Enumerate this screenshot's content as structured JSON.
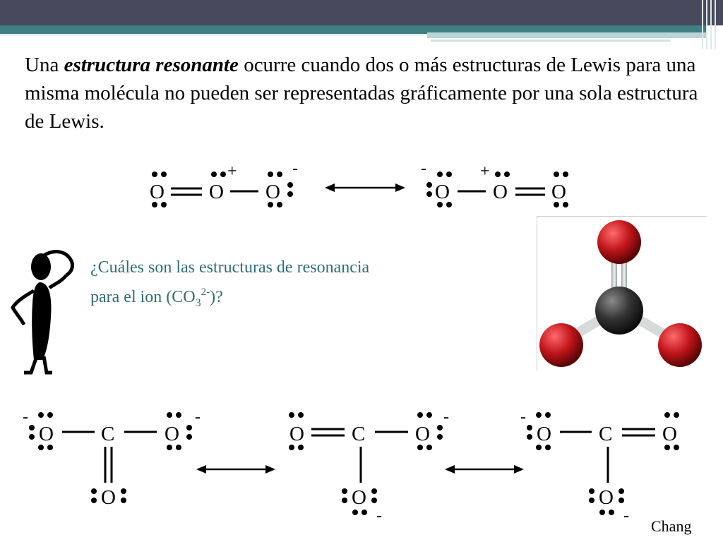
{
  "intro": {
    "pre": "Una ",
    "term": "estructura resonante",
    "post": " ocurre cuando dos o más estructuras de Lewis para una misma molécula no pueden ser representadas gráficamente por una sola estructura de Lewis."
  },
  "ozone": {
    "left": {
      "atoms": [
        "O",
        "O",
        "O"
      ],
      "charges": [
        "+",
        "-"
      ]
    },
    "right": {
      "atoms": [
        "O",
        "O",
        "O"
      ],
      "charges": [
        "-",
        "+"
      ]
    }
  },
  "question": {
    "line1": "¿Cuáles son las estructuras de resonancia",
    "line2_pre": "para el ion (CO",
    "sub": "3",
    "sup": "2-",
    "line2_post": ")?"
  },
  "carbonate": {
    "s1": {
      "atoms": [
        "O",
        "C",
        "O",
        "O"
      ],
      "charges": [
        "-",
        "-"
      ]
    },
    "s2": {
      "atoms": [
        "O",
        "C",
        "O",
        "O"
      ],
      "charges": [
        "-",
        "-"
      ]
    },
    "s3": {
      "atoms": [
        "O",
        "C",
        "O",
        "O"
      ],
      "charges": [
        "-",
        "-"
      ]
    }
  },
  "credit": "Chang",
  "colors": {
    "topbar": "#474a5c",
    "teal": "#3f7f83",
    "question_text": "#2e6e72",
    "oxygen": "#c0151a",
    "carbon": "#2b2b2b"
  },
  "icons": [
    "thinking-person-icon",
    "carbonate-ball-and-stick-model"
  ]
}
